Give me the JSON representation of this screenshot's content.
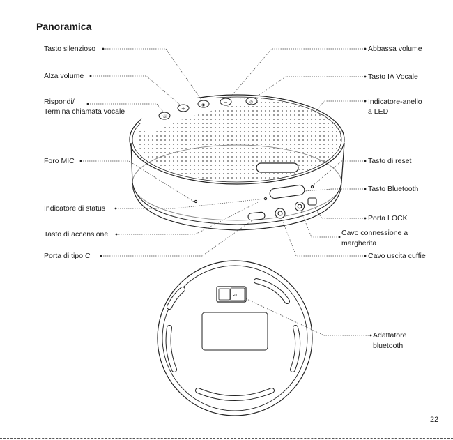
{
  "page": {
    "title": "Panoramica",
    "page_number": "22"
  },
  "labels": {
    "tasto_silenzioso": "Tasto silenzioso",
    "alza_volume": "Alza volume",
    "rispondi_1": "Rispondi/",
    "rispondi_2": "Termina chiamata vocale",
    "foro_mic": "Foro MIC",
    "indicatore_status": "Indicatore di status",
    "tasto_accensione": "Tasto di accensione",
    "porta_tipo_c": "Porta di tipo C",
    "abbassa_volume": "Abbassa volume",
    "tasto_ia_vocale": "Tasto IA Vocale",
    "indicatore_anello_1": "Indicatore-anello",
    "indicatore_anello_2": "a LED",
    "tasto_reset": "Tasto di reset",
    "tasto_bluetooth": "Tasto Bluetooth",
    "porta_lock": "Porta LOCK",
    "cavo_margherita_1": "Cavo connessione a",
    "cavo_margherita_2": "margherita",
    "cavo_cuffie": "Cavo uscita cuffie",
    "adattatore_1": "Adattatore",
    "adattatore_2": "bluetooth"
  }
}
